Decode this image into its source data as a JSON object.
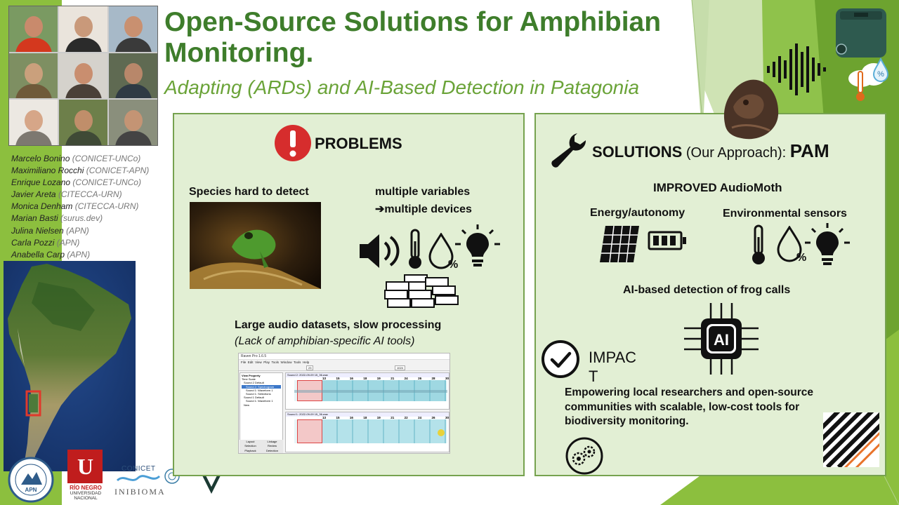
{
  "title": {
    "line1": "Open-Source Solutions for Amphibian",
    "line2": "Monitoring",
    "dot": ".",
    "subtitle": "Adapting (ARDs) and AI-Based Detection in Patagonia"
  },
  "authors": [
    {
      "name": "Marcelo Bonino",
      "affiliation": "(CONICET-UNCo)"
    },
    {
      "name": "Maximiliano Rocchi",
      "affiliation": "(CONICET-APN)"
    },
    {
      "name": "Enrique Lozano",
      "affiliation": "(CONICET-UNCo)"
    },
    {
      "name": "Javier Areta",
      "affiliation": "(CITECCA-URN)"
    },
    {
      "name": "Monica Denham",
      "affiliation": "(CITECCA-URN)"
    },
    {
      "name": "Marian Basti",
      "affiliation": "(surus.dev)"
    },
    {
      "name": "Julina Nielsen",
      "affiliation": "(APN)"
    },
    {
      "name": "Carla Pozzi",
      "affiliation": "(APN)"
    },
    {
      "name": "Anabella Carp",
      "affiliation": "(APN)"
    }
  ],
  "problems": {
    "heading": "PROBLEMS",
    "species": "Species hard to detect",
    "variables_line1": "multiple variables",
    "variables_line2": "➔multiple devices",
    "datasets": "Large audio datasets, slow processing",
    "datasets_note": "(Lack of amphibian-specific AI tools)"
  },
  "solutions": {
    "heading": "SOLUTIONS",
    "heading_sub": " (Our Approach): ",
    "heading_pam": "PAM",
    "audiomoth": "IMPROVED AudioMoth",
    "energy": "Energy/autonomy",
    "sensors": "Environmental sensors",
    "ai_detection": "AI-based detection of frog calls",
    "ai_chip_label": "AI",
    "impact_heading": "IMPACT",
    "impact_text": "Empowering local researchers and open-source communities with scalable, low-cost tools for biodiversity monitoring."
  },
  "software_window": {
    "title": "Raven Pro 1.6.5",
    "menu": [
      "File",
      "Edit",
      "View",
      "Play",
      "Tools",
      "Window",
      "Tools",
      "Help"
    ],
    "panel_title": "View Property",
    "panel_items": [
      "Time Scale",
      "Sound 2 Default",
      "Sound 2: Spectrogram",
      "Sound 1: Waveform 1",
      "Sound 1: Selections",
      "Sound 1 Default",
      "Sound 1: Waveform 1",
      "New"
    ],
    "tabs": [
      "Layout",
      "Linkage",
      "Selection",
      "Review",
      "Playback",
      "Detection"
    ],
    "track1_label": "Sound 2: 2022-09-09 15_36.wav",
    "track2_label": "Sound 1: 2022-09-09 15_36.wav",
    "track1_ticks": [
      "13",
      "15",
      "16",
      "18",
      "19",
      "21",
      "24",
      "26",
      "28",
      "30"
    ],
    "track2_ticks": [
      "13",
      "15",
      "16",
      "18",
      "19",
      "21",
      "22",
      "24",
      "26",
      "30"
    ],
    "zoom": "1024",
    "page": "23"
  },
  "logos": {
    "apn": "APN",
    "apn_country": "ARGENTINA",
    "unrn_line1": "RÍO NEGRO",
    "unrn_line2": "UNIVERSIDAD",
    "unrn_line3": "NACIONAL",
    "conicet": "CONICET",
    "inibioma": "INIBIOMA",
    "sensor_percent": "%"
  },
  "colors": {
    "title_green": "#3e7d2b",
    "subtitle_green": "#6aa338",
    "panel_bg": "#e2efd4",
    "panel_border": "#76a24f",
    "problem_red": "#d62d2d"
  }
}
